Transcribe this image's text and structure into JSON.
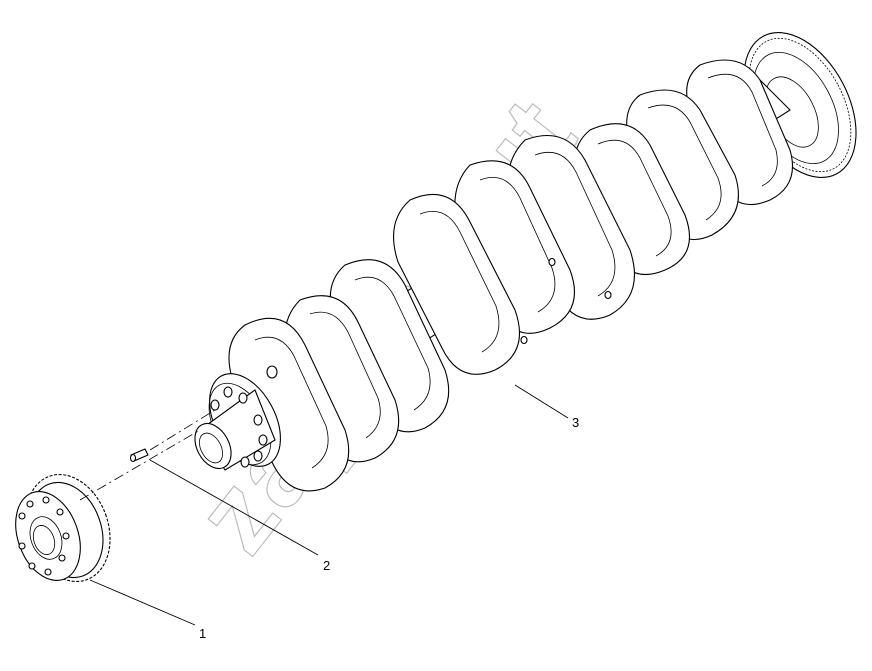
{
  "watermark": "zapkorkut",
  "callouts": [
    {
      "label": "1",
      "part": "crankshaft-gear"
    },
    {
      "label": "2",
      "part": "dowel-pin"
    },
    {
      "label": "3",
      "part": "crankshaft"
    }
  ]
}
